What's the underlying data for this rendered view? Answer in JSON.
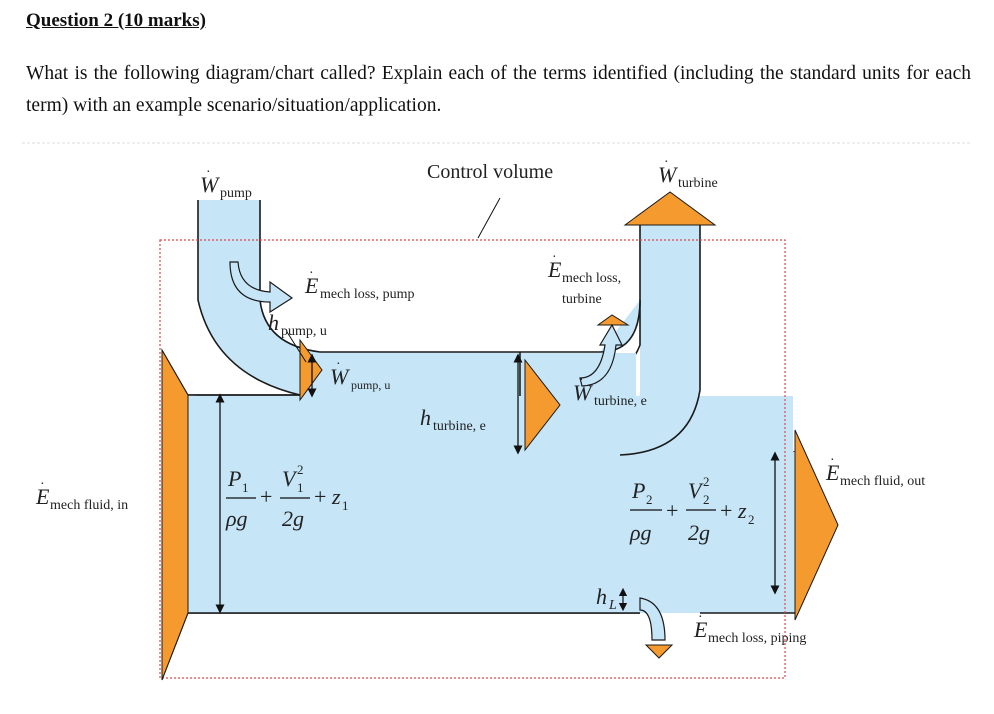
{
  "question": {
    "heading": "Question 2 (10 marks)",
    "prompt": "What is the following diagram/chart called? Explain each of the terms identified (including the standard units for each term) with an example scenario/situation/application."
  },
  "diagram": {
    "control_volume_label": "Control volume",
    "w_pump_sub": "pump",
    "w_turbine_sub": "turbine",
    "e_mech_loss_pump_sub": "mech loss, pump",
    "e_mech_loss_turbine_sub1": "mech loss,",
    "e_mech_loss_turbine_sub2": "turbine",
    "h_pump_u_sub": "pump, u",
    "w_pump_u_sub": "pump, u",
    "h_turbine_e_sub": "turbine, e",
    "w_turbine_e_sub": "turbine, e",
    "e_mech_fluid_in_sub": "mech fluid, in",
    "e_mech_fluid_out_sub": "mech fluid, out",
    "e_mech_loss_piping_sub": "mech loss, piping",
    "h_L_sub": "L",
    "eq_left": {
      "P": "P",
      "P_sub": "1",
      "den1": "ρg",
      "V": "V",
      "V_sup": "2",
      "V_sub": "1",
      "den2": "2g",
      "z": "z",
      "z_sub": "1"
    },
    "eq_right": {
      "P": "P",
      "P_sub": "2",
      "den1": "ρg",
      "V": "V",
      "V_sup": "2",
      "V_sub": "2",
      "den2": "2g",
      "z": "z",
      "z_sub": "2"
    },
    "colors": {
      "fluid": "#c6e6f8",
      "outline": "#1a1a1a",
      "arrow": "#f59a2e",
      "boundary": "#e04848"
    }
  }
}
